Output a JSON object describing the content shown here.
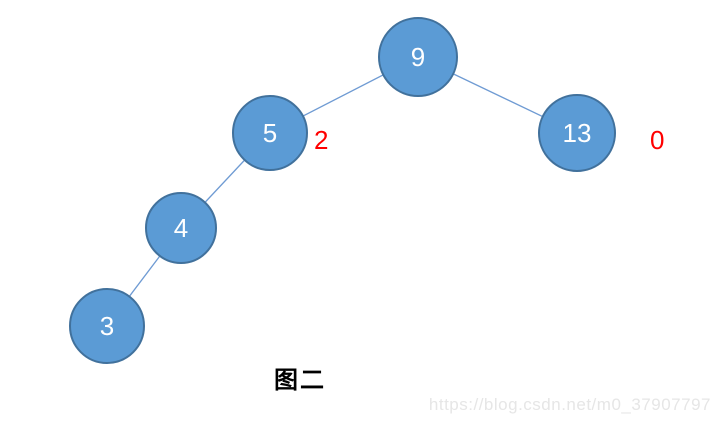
{
  "figure": {
    "caption": "图二",
    "watermark": "https://blog.csdn.net/m0_37907797"
  },
  "tree": {
    "type": "binary-tree",
    "nodes": [
      {
        "value": "9",
        "role": "root"
      },
      {
        "value": "5",
        "role": "left-child-of-9"
      },
      {
        "value": "13",
        "role": "right-child-of-9"
      },
      {
        "value": "4",
        "role": "left-child-of-5"
      },
      {
        "value": "3",
        "role": "left-child-of-4"
      }
    ],
    "edges": [
      {
        "from": "9",
        "to": "5"
      },
      {
        "from": "9",
        "to": "13"
      },
      {
        "from": "5",
        "to": "4"
      },
      {
        "from": "4",
        "to": "3"
      }
    ],
    "annotations": [
      {
        "text": "2",
        "near_node": "5"
      },
      {
        "text": "0",
        "near_node": "13"
      }
    ]
  },
  "colors": {
    "node_fill": "#5b9bd5",
    "node_border": "#41719c",
    "node_text": "#ffffff",
    "edge_line": "#6f9bd3",
    "annotation_text": "#ff0000",
    "caption_text": "#000000",
    "watermark_text": "#e6e6e6",
    "background": "#ffffff"
  }
}
